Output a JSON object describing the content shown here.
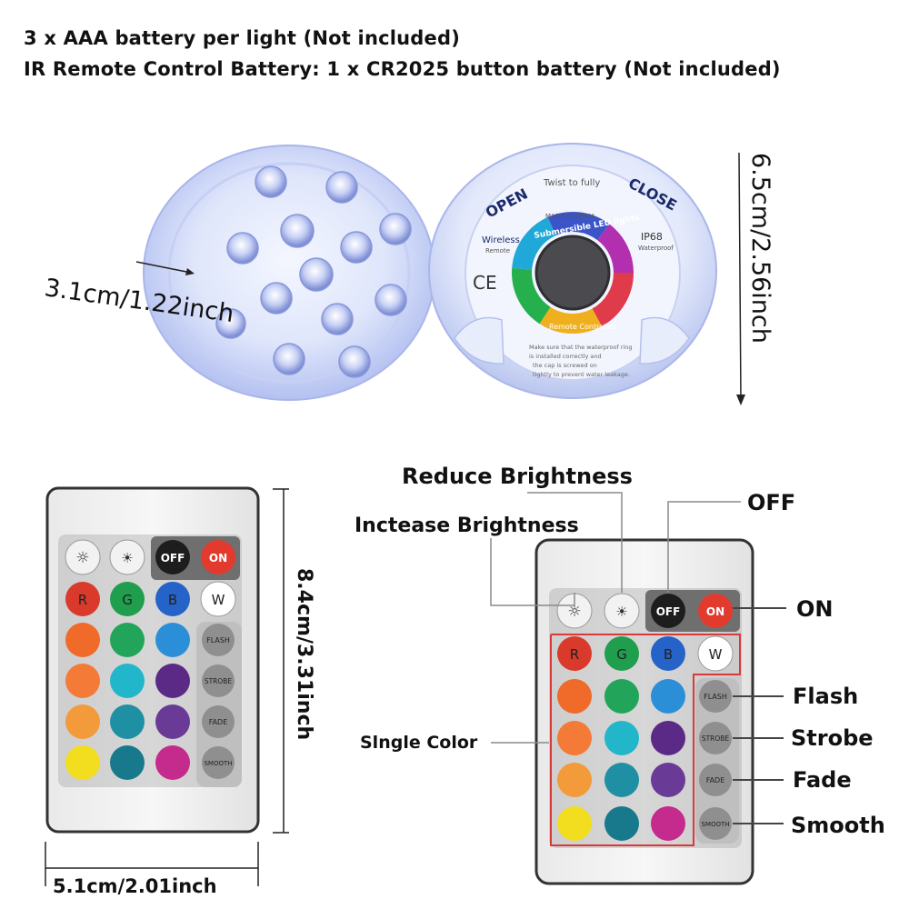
{
  "header": {
    "line1": "3 x AAA battery per light (Not included)",
    "line2": "IR Remote Control Battery: 1 x CR2025 button battery (Not included)"
  },
  "light": {
    "thickness": "3.1cm/1.22inch",
    "diameter": "6.5cm/2.56inch",
    "back_label": {
      "open": "OPEN",
      "close": "CLOSE",
      "twist": "Twist to fully",
      "made_in": "MADE IN CHINA",
      "wireless": "Wireless",
      "remote": "Remote",
      "ip": "IP68",
      "waterproof": "Waterproof",
      "ce": "CE",
      "ring_top": "Submersible LED lights",
      "ring_bottom": "Remote Controlled",
      "note1": "Make sure that the waterproof ring",
      "note2": "is installed correctly and",
      "note3": "the cap is screwed on",
      "note4": "tightly to prevent water leakage."
    }
  },
  "remote": {
    "height": "8.4cm/3.31inch",
    "width": "5.1cm/2.01inch",
    "buttons": {
      "off": "OFF",
      "on": "ON",
      "r": "R",
      "g": "G",
      "b": "B",
      "w": "W",
      "flash": "FLASH",
      "strobe": "STROBE",
      "fade": "FADE",
      "smooth": "SMOOTH"
    }
  },
  "callouts": {
    "reduce": "Reduce Brightness",
    "increase": "Inctease Brightness",
    "off": "OFF",
    "on": "ON",
    "flash": "Flash",
    "strobe": "Strobe",
    "fade": "Fade",
    "smooth": "Smooth",
    "single": "Slngle Color"
  },
  "colors": {
    "red": "#d93a2b",
    "green": "#1f9e4e",
    "blue": "#2563c9",
    "orange": "#f06a2a",
    "emerald": "#22a55a",
    "sky": "#2b8fd8",
    "orange2": "#f47a37",
    "cyan": "#21b6c9",
    "purple": "#5b2a86",
    "amber": "#f39a3a",
    "teal": "#1f8fa3",
    "violet": "#6a3b96",
    "yellow": "#f2dd1f",
    "darkteal": "#18798c",
    "magenta": "#c52a8d"
  }
}
